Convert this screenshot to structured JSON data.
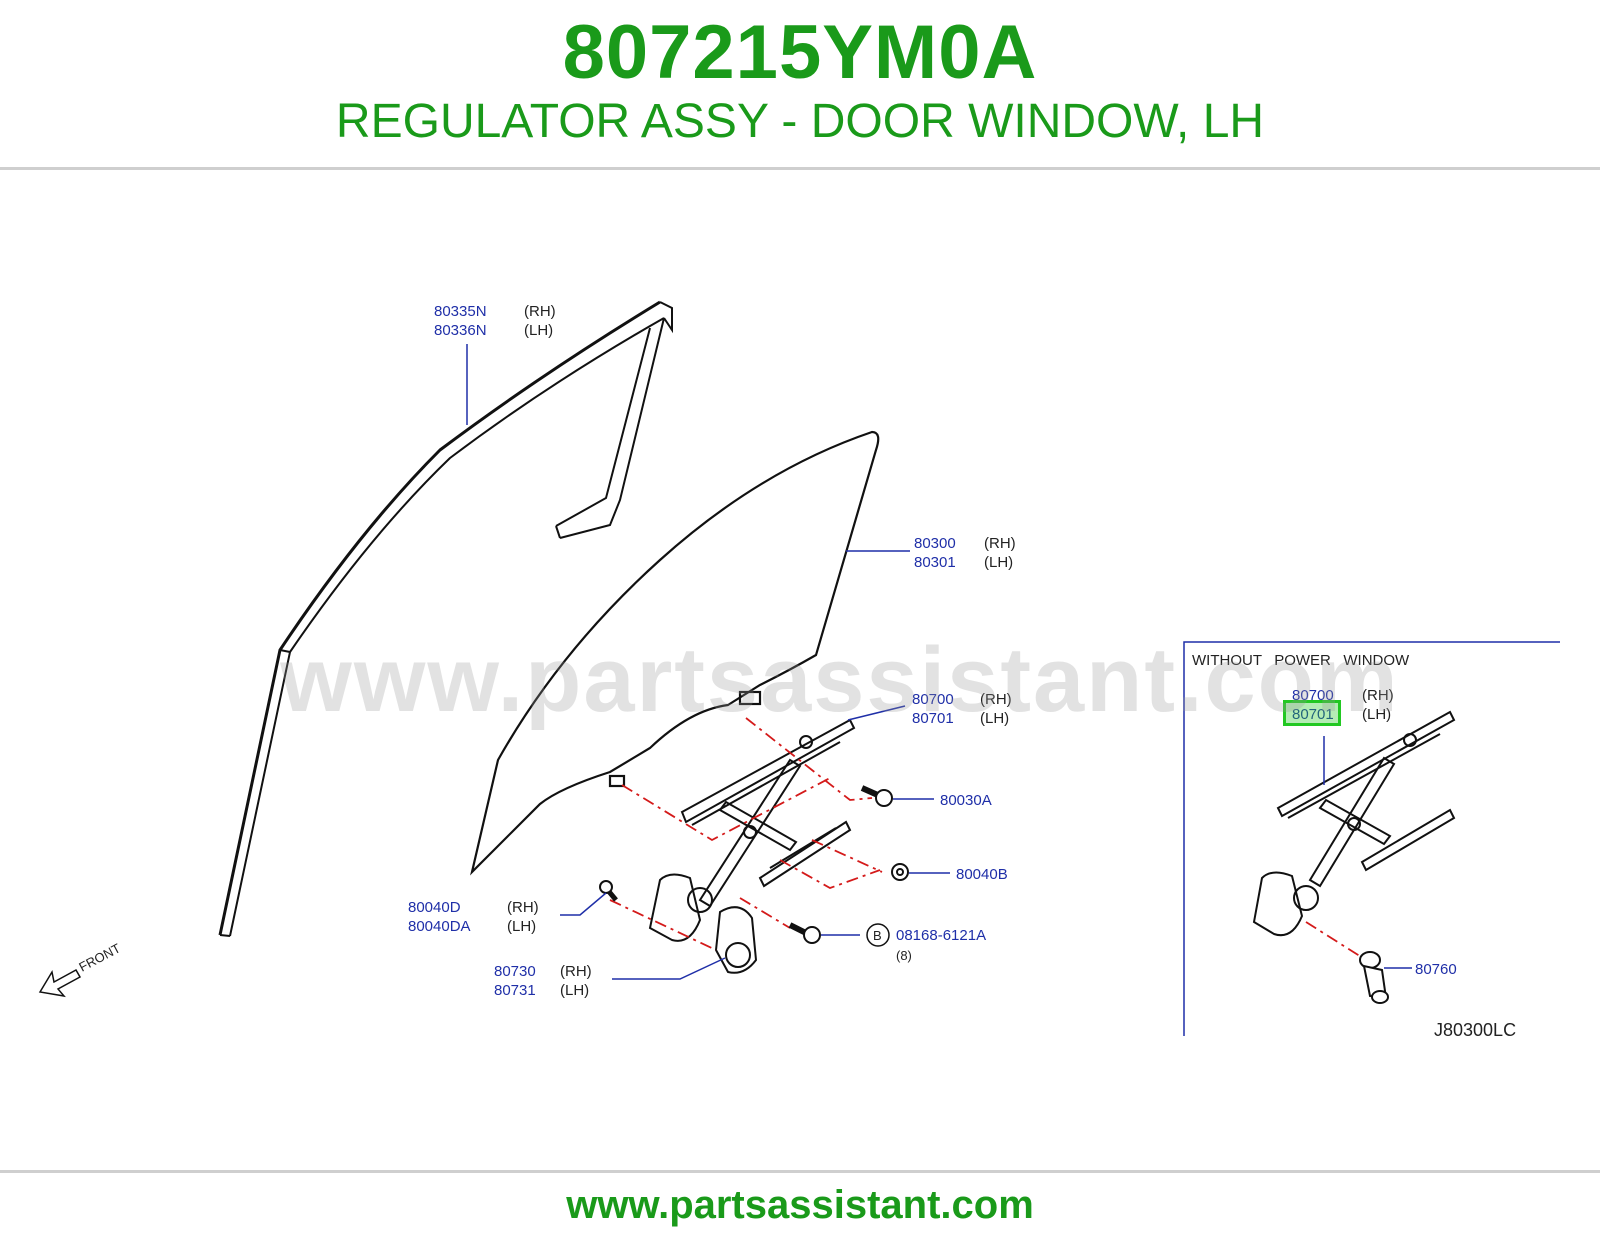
{
  "header": {
    "part_number": "807215YM0A",
    "title": "REGULATOR ASSY - DOOR WINDOW, LH"
  },
  "watermark": "www.partsassistant.com",
  "footer": {
    "url": "www.partsassistant.com"
  },
  "colors": {
    "brand_green": "#1a9a1a",
    "callout_blue": "#1f2fa8",
    "highlight_green": "#22c822"
  },
  "callouts": {
    "sash": {
      "rh": "80335N",
      "lh": "80336N"
    },
    "glass": {
      "rh": "80300",
      "lh": "80301"
    },
    "regulator": {
      "rh": "80700",
      "lh": "80701"
    },
    "bolt": "80030A",
    "nut": "80040B",
    "screw": {
      "rh": "80040D",
      "lh": "80040DA"
    },
    "motor": {
      "rh": "80730",
      "lh": "80731"
    },
    "bolt_b": {
      "marker": "B",
      "part": "08168-6121A",
      "qty": "(8)"
    },
    "rh_tag": "(RH)",
    "lh_tag": "(LH)"
  },
  "inset": {
    "title": "WITHOUT   POWER   WINDOW",
    "regulator": {
      "rh": "80700",
      "lh": "80701"
    },
    "handle": "80760"
  },
  "diagram_code": "J80300LC",
  "front_label": "FRONT",
  "highlighted_part": "80701"
}
